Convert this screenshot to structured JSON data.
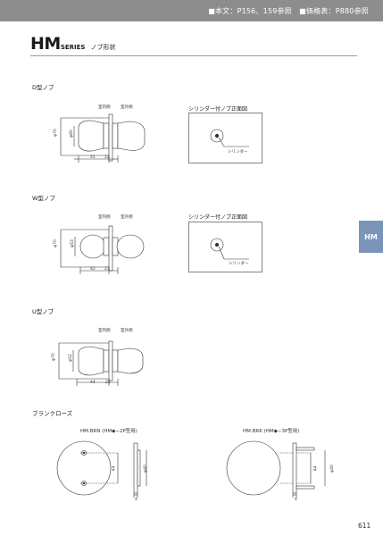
{
  "header": {
    "reference": "■本文：P156、159参照　■価格表：P880参照"
  },
  "title": {
    "series_code": "HM",
    "series_word": "SERIES",
    "subtitle": "ノブ形状"
  },
  "labels": {
    "indoor": "室内側",
    "outdoor": "室外側",
    "cylinder": "シリンダー"
  },
  "sections": {
    "d_knob": {
      "title": "D型ノブ",
      "dim_dia": "φ70",
      "dim_inner": "φ60",
      "dim_a": "41",
      "dim_b": "22",
      "box_title": "シリンダー付ノブ正面図"
    },
    "w_knob": {
      "title": "W型ノブ",
      "dim_dia": "φ70",
      "dim_inner": "φ53",
      "dim_a": "42",
      "dim_b": "23",
      "box_title": "シリンダー付ノブ正面図"
    },
    "u_knob": {
      "title": "U型ノブ",
      "dim_dia": "φ70",
      "dim_inner": "φ52",
      "dim_a": "44",
      "dim_b": "25"
    },
    "blank": {
      "title": "ブランクローズ",
      "left_caption": "HM.BRN (HM◆−2P型用)",
      "right_caption": "HM.BRK (HM◆−3P型用)",
      "dim_height": "44",
      "dim_dia": "φ40",
      "dim_small": "4"
    }
  },
  "side_tab": "HM",
  "page_number": "611"
}
